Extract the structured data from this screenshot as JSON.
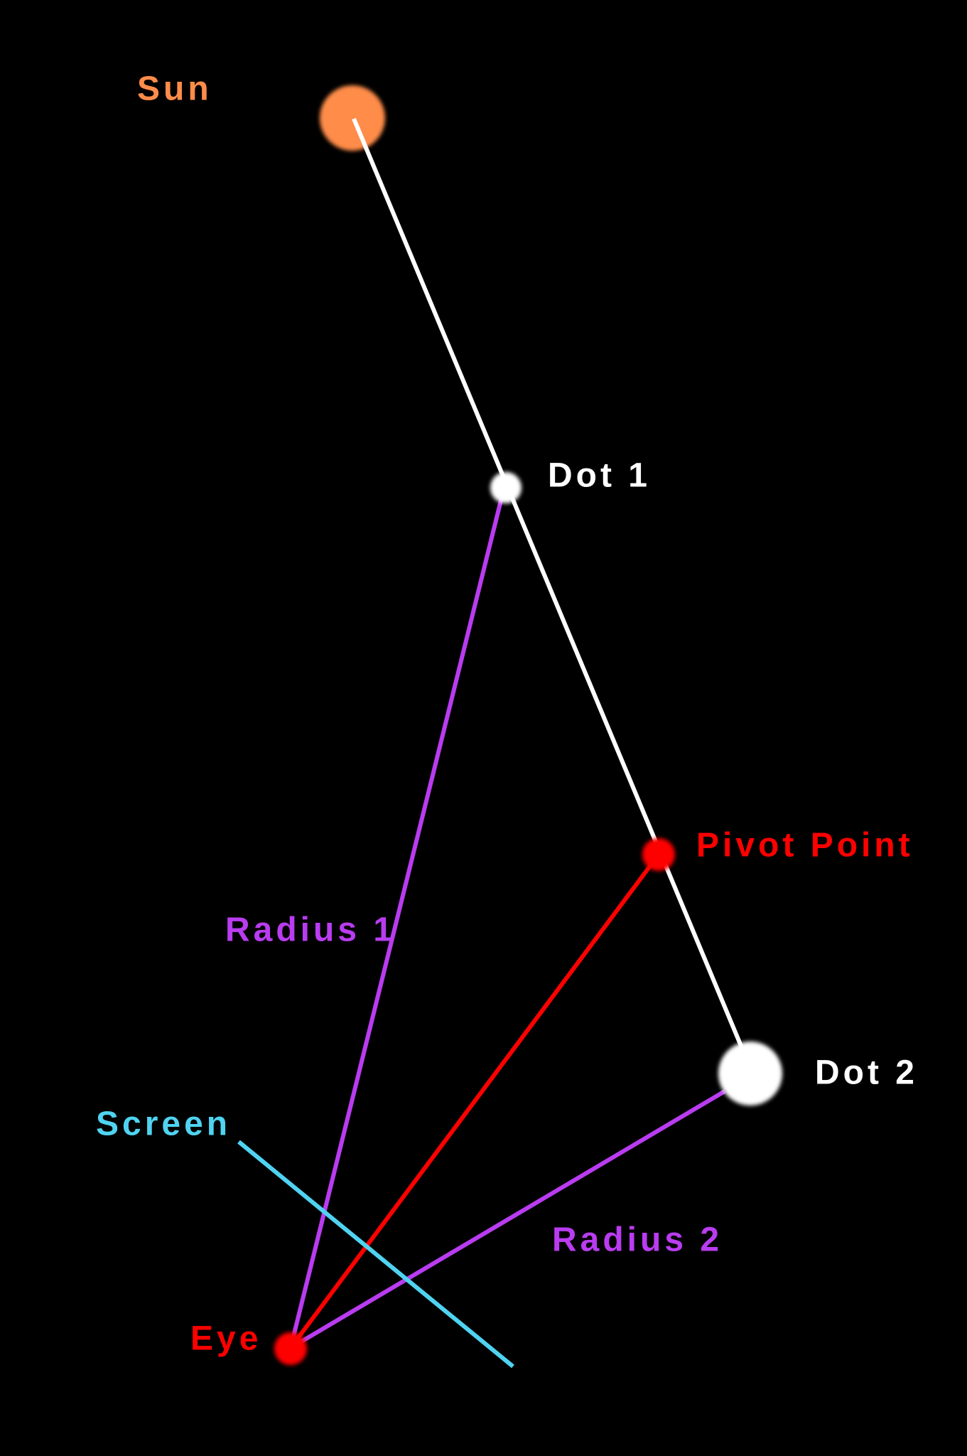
{
  "labels": {
    "sun": "Sun",
    "dot1": "Dot 1",
    "pivot": "Pivot Point",
    "radius1": "Radius 1",
    "dot2": "Dot 2",
    "screen": "Screen",
    "radius2": "Radius 2",
    "eye": "Eye"
  },
  "colors": {
    "sun": "#ff8c4a",
    "dot": "#ffffff",
    "pivot": "#ff0000",
    "radius": "#b93cf0",
    "screen": "#4fd3f0",
    "eye": "#ff0000"
  }
}
